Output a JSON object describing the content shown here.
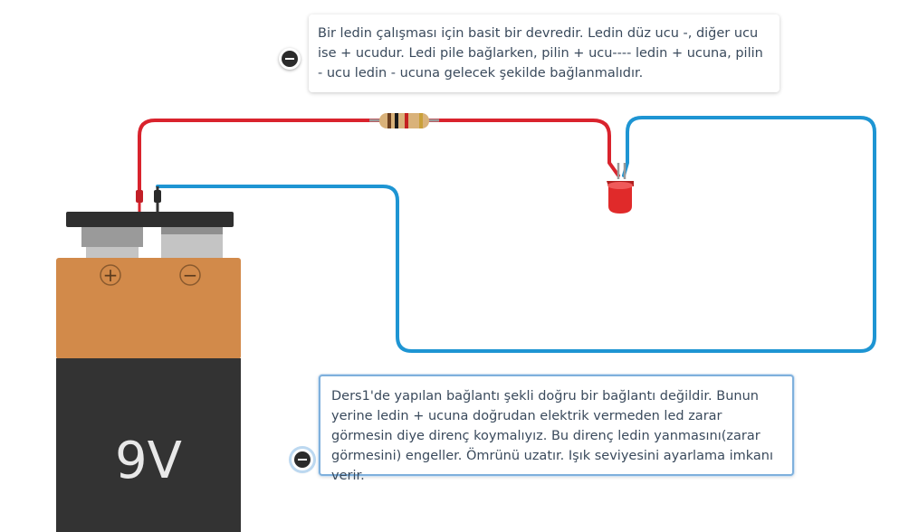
{
  "notes": [
    {
      "text": "Bir ledin çalışması için basit bir devredir. Ledin düz ucu -, diğer ucu ise + ucudur. Ledi pile bağlarken, pilin + ucu---- ledin + ucuna, pilin - ucu ledin - ucuna gelecek şekilde bağlanmalıdır."
    },
    {
      "text": "Ders1'de yapılan bağlantı şekli doğru bir bağlantı değildir. Bunun yerine ledin + ucuna doğrudan elektrik vermeden led zarar görmesin diye direnç koymalıyız. Bu direnç ledin yanmasını(zarar görmesini) engeller. Ömrünü uzatır. Işık seviyesini ayarlama imkanı verir."
    }
  ],
  "battery": {
    "label": "9V",
    "positive_symbol": "+",
    "negative_symbol": "−"
  },
  "colors": {
    "wire_positive": "#d9232d",
    "wire_negative": "#1e95d3",
    "battery_top": "#d28a4a",
    "battery_bottom": "#333333",
    "led": "#e02a2a"
  },
  "icons": {
    "note_toggle": "collapse-minus-icon",
    "resistor": "resistor-icon",
    "led": "led-icon"
  }
}
